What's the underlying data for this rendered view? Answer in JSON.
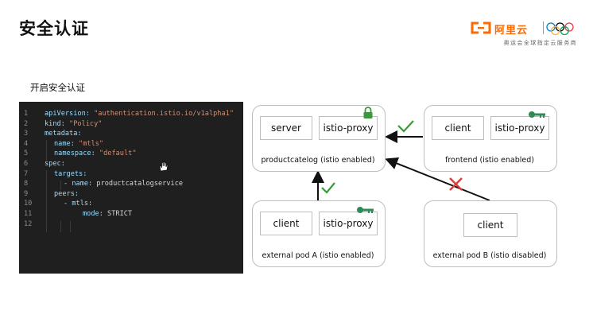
{
  "header": {
    "title": "安全认证",
    "brand_cn": "阿里云",
    "brand_sub": "奥运会全球指定云服务商"
  },
  "section": {
    "title": "开启安全认证"
  },
  "code": {
    "lines": [
      {
        "n": "1",
        "key": "apiVersion:",
        "val": " \"authentication.istio.io/v1alpha1\""
      },
      {
        "n": "2",
        "key": "kind:",
        "val": " \"Policy\""
      },
      {
        "n": "3",
        "key": "metadata:",
        "val": ""
      },
      {
        "n": "4",
        "key": "name:",
        "val": " \"mtls\""
      },
      {
        "n": "5",
        "key": "namespace:",
        "val": " \"default\""
      },
      {
        "n": "6",
        "key": "spec:",
        "val": ""
      },
      {
        "n": "7",
        "key": "targets:",
        "val": ""
      },
      {
        "n": "8",
        "key": "- name:",
        "val": " productcatalogservice"
      },
      {
        "n": "9",
        "key": "peers:",
        "val": ""
      },
      {
        "n": "10",
        "key": "- mtls:",
        "val": ""
      },
      {
        "n": "11",
        "key": "mode:",
        "val": " STRICT"
      },
      {
        "n": "12",
        "key": "",
        "val": ""
      }
    ]
  },
  "diagram": {
    "productcatelog": {
      "left": "server",
      "right": "istio-proxy",
      "label": "productcatelog (istio enabled)"
    },
    "frontend": {
      "left": "client",
      "right": "istio-proxy",
      "label": "frontend (istio enabled)"
    },
    "pod_a": {
      "left": "client",
      "right": "istio-proxy",
      "label": "external pod A (istio enabled)"
    },
    "pod_b": {
      "center": "client",
      "label": "external pod B (istio disabled)"
    },
    "colors": {
      "check": "#3a9a3a",
      "cross": "#e53935",
      "key": "#2e8b57",
      "lock": "#3a9a3a"
    }
  }
}
